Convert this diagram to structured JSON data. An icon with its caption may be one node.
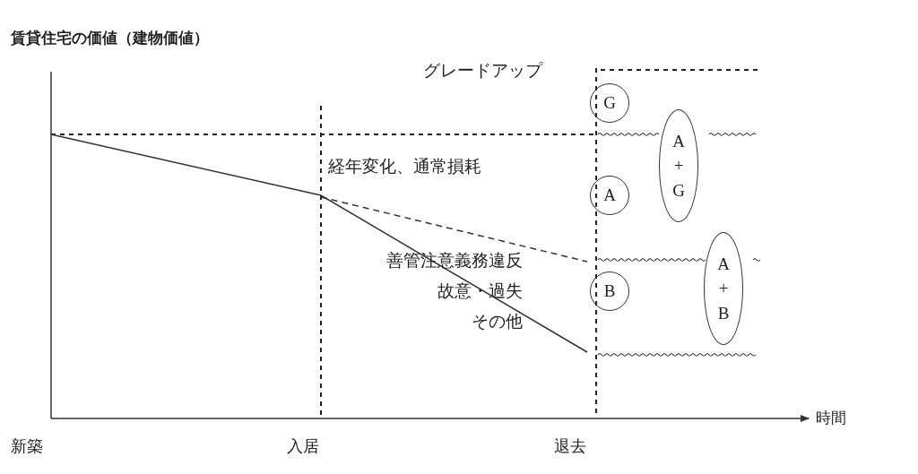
{
  "diagram": {
    "title": "賃貸住宅の価値（建物価値）",
    "nodes": [
      {
        "text": [
          "G"
        ]
      },
      {
        "text": [
          "A"
        ]
      },
      {
        "text": [
          "B"
        ]
      },
      {
        "text": [
          "A + G"
        ]
      },
      {
        "text": [
          "A + B"
        ]
      }
    ],
    "labels": [
      "グレードアップ",
      "経年変化、通常損耗",
      "善管注意義務違反",
      "故意・過失",
      "その他",
      "時間",
      "新築",
      "入居",
      "退去"
    ]
  }
}
